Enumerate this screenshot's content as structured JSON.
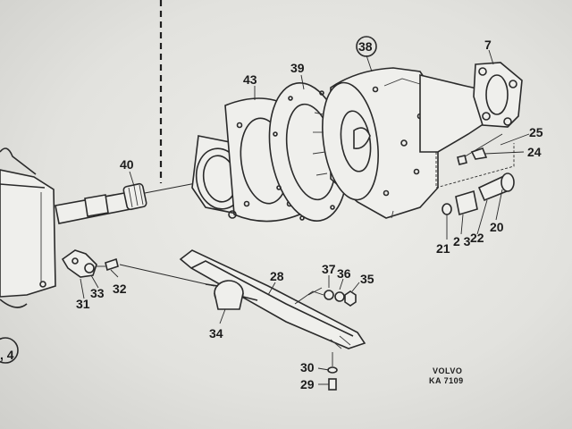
{
  "diagram": {
    "labels": {
      "p38": "38",
      "p7": "7",
      "p43": "43",
      "p39": "39",
      "p40": "40",
      "p25": "25",
      "p24": "24",
      "p20": "20",
      "p21": "21",
      "p23": "2 3",
      "p22": "22",
      "p28": "28",
      "p37": "37",
      "p36": "36",
      "p35": "35",
      "p32": "32",
      "p33": "33",
      "p31": "31",
      "p34": "34",
      "p30": "30",
      "p29": "29",
      "p4": ", 4"
    },
    "brand": {
      "name": "VOLVO",
      "code": "KA 7109"
    }
  }
}
